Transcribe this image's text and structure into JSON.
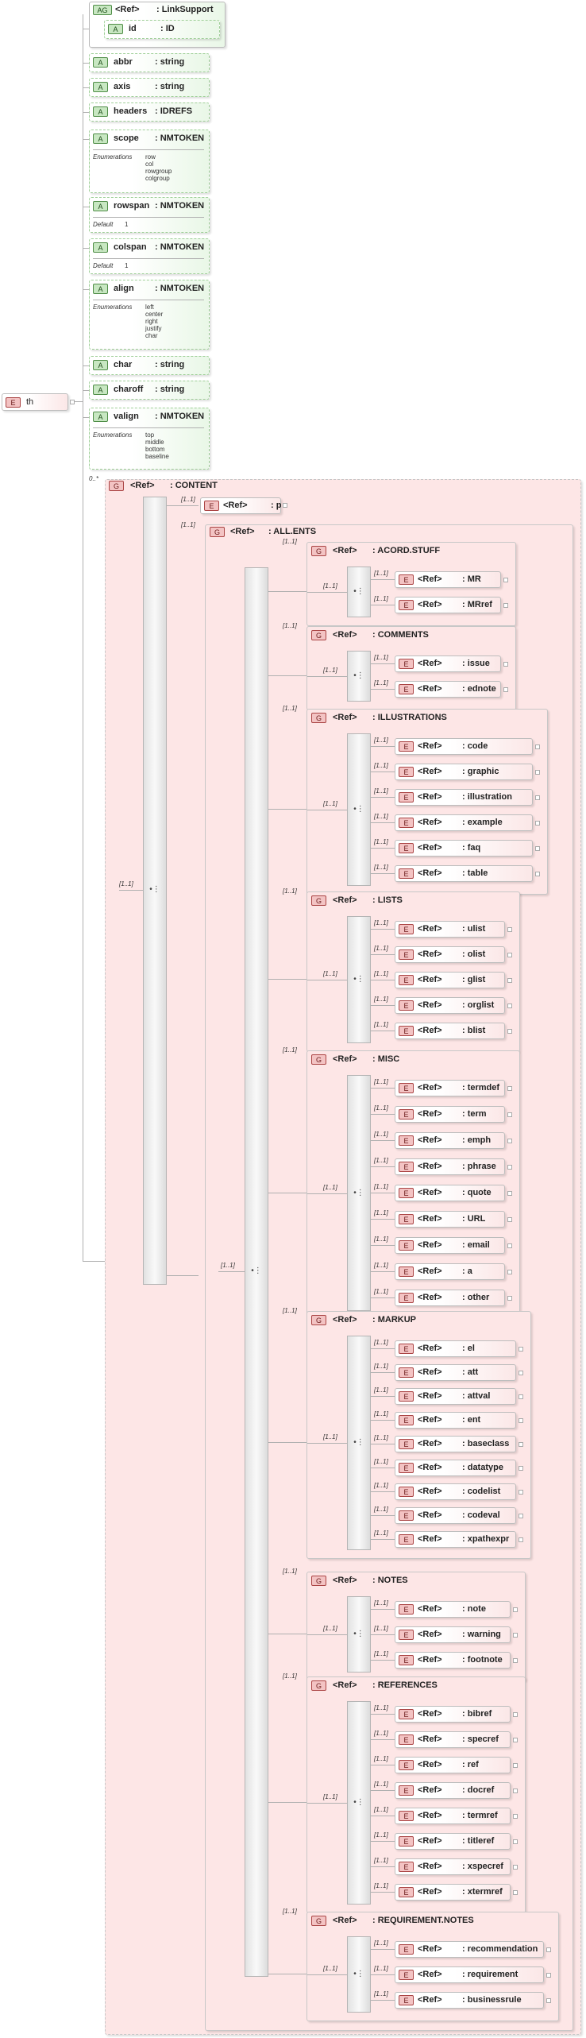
{
  "root": {
    "badge": "E",
    "name": "th"
  },
  "attr_group": {
    "badge": "AG",
    "ref": "<Ref>",
    "name": ": LinkSupport",
    "attr": {
      "badge": "A",
      "name": "id",
      "type": ": ID"
    }
  },
  "attributes": [
    {
      "id": "abbr",
      "name": "abbr",
      "type": ": string"
    },
    {
      "id": "axis",
      "name": "axis",
      "type": ": string"
    },
    {
      "id": "headers",
      "name": "headers",
      "type": ": IDREFS"
    },
    {
      "id": "scope",
      "name": "scope",
      "type": ": NMTOKEN",
      "enum_label": "Enumerations",
      "enum": "row\ncol\nrowgroup\ncolgroup"
    },
    {
      "id": "rowspan",
      "name": "rowspan",
      "type": ": NMTOKEN",
      "default_label": "Default",
      "default": "1"
    },
    {
      "id": "colspan",
      "name": "colspan",
      "type": ": NMTOKEN",
      "default_label": "Default",
      "default": "1"
    },
    {
      "id": "align",
      "name": "align",
      "type": ": NMTOKEN",
      "enum_label": "Enumerations",
      "enum": "left\ncenter\nright\njustify\nchar"
    },
    {
      "id": "char",
      "name": "char",
      "type": ": string"
    },
    {
      "id": "charoff",
      "name": "charoff",
      "type": ": string"
    },
    {
      "id": "valign",
      "name": "valign",
      "type": ": NMTOKEN",
      "enum_label": "Enumerations",
      "enum": "top\nmiddle\nbottom\nbaseline"
    }
  ],
  "content": {
    "badge": "G",
    "ref": "<Ref>",
    "name": ": CONTENT",
    "card": "0..*",
    "seq_card": "[1..1]"
  },
  "p": {
    "badge": "E",
    "ref": "<Ref>",
    "name": ": p",
    "card": "[1..1]"
  },
  "all_ents": {
    "badge": "G",
    "ref": "<Ref>",
    "name": ": ALL.ENTS",
    "card": "[1..1]",
    "seq_card": "[1..1]"
  },
  "groups": [
    {
      "id": "acord",
      "name": ": ACORD.STUFF",
      "card": "[1..1]",
      "seq_card": "[1..1]",
      "items": [
        "MR",
        "MRref"
      ]
    },
    {
      "id": "comments",
      "name": ": COMMENTS",
      "card": "[1..1]",
      "seq_card": "[1..1]",
      "items": [
        "issue",
        "ednote"
      ]
    },
    {
      "id": "illustrations",
      "name": ": ILLUSTRATIONS",
      "card": "[1..1]",
      "seq_card": "[1..1]",
      "items": [
        "code",
        "graphic",
        "illustration",
        "example",
        "faq",
        "table"
      ]
    },
    {
      "id": "lists",
      "name": ": LISTS",
      "card": "[1..1]",
      "seq_card": "[1..1]",
      "items": [
        "ulist",
        "olist",
        "glist",
        "orglist",
        "blist"
      ]
    },
    {
      "id": "misc",
      "name": ": MISC",
      "card": "[1..1]",
      "seq_card": "[1..1]",
      "items": [
        "termdef",
        "term",
        "emph",
        "phrase",
        "quote",
        "URL",
        "email",
        "a",
        "other"
      ]
    },
    {
      "id": "markup",
      "name": ": MARKUP",
      "card": "[1..1]",
      "seq_card": "[1..1]",
      "items": [
        "el",
        "att",
        "attval",
        "ent",
        "baseclass",
        "datatype",
        "codelist",
        "codeval",
        "xpathexpr"
      ]
    },
    {
      "id": "notes",
      "name": ": NOTES",
      "card": "[1..1]",
      "seq_card": "[1..1]",
      "items": [
        "note",
        "warning",
        "footnote"
      ]
    },
    {
      "id": "references",
      "name": ": REFERENCES",
      "card": "[1..1]",
      "seq_card": "[1..1]",
      "items": [
        "bibref",
        "specref",
        "ref",
        "docref",
        "termref",
        "titleref",
        "xspecref",
        "xtermref"
      ]
    },
    {
      "id": "reqnotes",
      "name": ": REQUIREMENT.NOTES",
      "card": "[1..1]",
      "seq_card": "[1..1]",
      "items": [
        "recommendation",
        "requirement",
        "businessrule"
      ]
    }
  ],
  "labels": {
    "g": "G",
    "e": "E",
    "a": "A",
    "ref": "<Ref>",
    "item_card": "[1..1]",
    "seq_glyph": "•⋮"
  }
}
